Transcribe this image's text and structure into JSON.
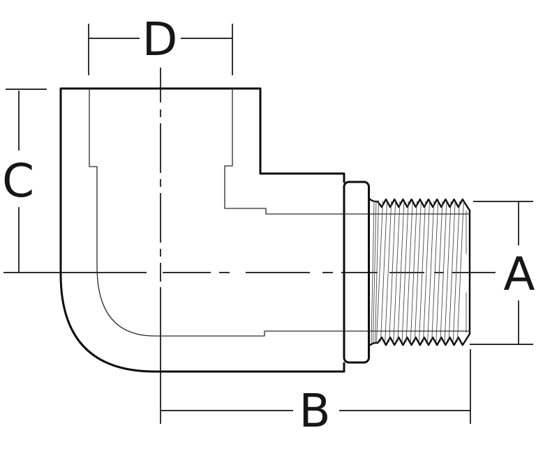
{
  "page": {
    "background_color": "#ffffff",
    "ink_color": "#0d0d0d"
  },
  "drawing": {
    "description": "Dimensioned line drawing of a 90-degree street elbow pipe fitting: female socket opening on top, hex collar and male tapered thread on the right, with centerlines and four dimension callouts",
    "dimension_labels": {
      "d": "D",
      "c": "C",
      "a": "A",
      "b": "B"
    }
  }
}
